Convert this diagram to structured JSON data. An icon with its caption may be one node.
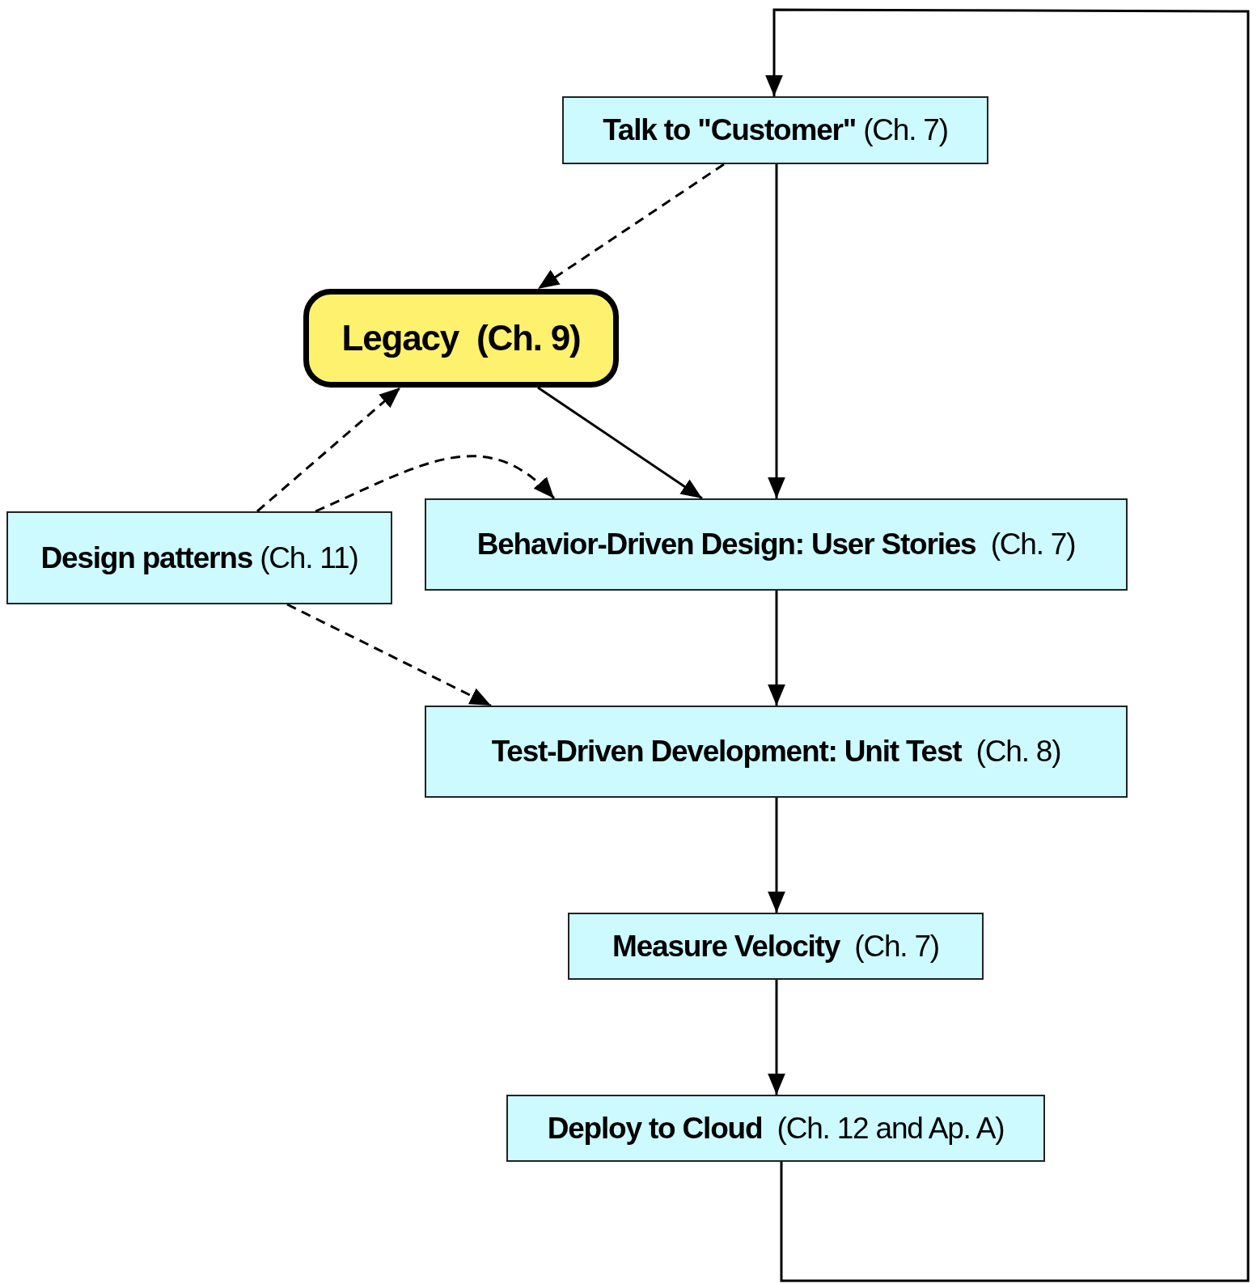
{
  "diagram": {
    "nodes": [
      {
        "text": [
          "**Talk to \"Customer\"** (Ch. 7)"
        ]
      },
      {
        "text": [
          "Legacy  (Ch. 9)"
        ]
      },
      {
        "text": [
          "**Design patterns** (Ch. 11)"
        ]
      },
      {
        "text": [
          "**Behavior-Driven Design: User Stories**  (Ch. 7)"
        ]
      },
      {
        "text": [
          "**Test-Driven Development: Unit Test**  (Ch. 8)"
        ]
      },
      {
        "text": [
          "**Measure Velocity**  (Ch. 7)"
        ]
      },
      {
        "text": [
          "**Deploy to Cloud**  (Ch. 12 and Ap. A)"
        ]
      }
    ],
    "edges": [
      {
        "from": 0,
        "to": 1,
        "arrow": "to",
        "style": "dashed"
      },
      {
        "from": 0,
        "to": 3,
        "arrow": "to"
      },
      {
        "from": 1,
        "to": 3,
        "arrow": "to"
      },
      {
        "from": 2,
        "to": 1,
        "arrow": "to",
        "style": "dashed"
      },
      {
        "from": 2,
        "to": 3,
        "arrow": "to",
        "style": "dashed"
      },
      {
        "from": 2,
        "to": 4,
        "arrow": "to",
        "style": "dashed"
      },
      {
        "from": 3,
        "to": 4,
        "arrow": "to"
      },
      {
        "from": 4,
        "to": 5,
        "arrow": "to"
      },
      {
        "from": 5,
        "to": 6,
        "arrow": "to"
      },
      {
        "from": 6,
        "to": 0,
        "arrow": "to"
      }
    ]
  }
}
